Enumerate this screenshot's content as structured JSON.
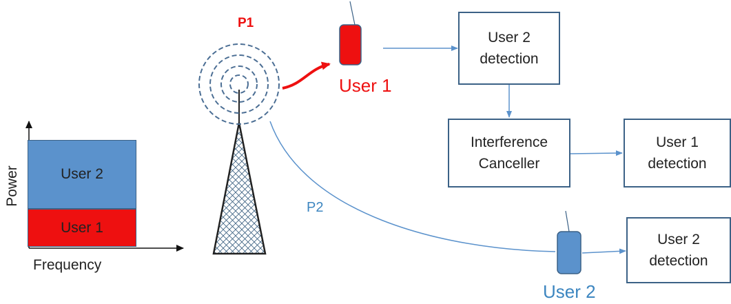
{
  "colors": {
    "user1": "#ee1010",
    "user2": "#5b92cc",
    "box_border": "#3b6186",
    "tower_stroke": "#222222",
    "p2_text": "#3d86c0",
    "wave_stroke": "#4b6e94"
  },
  "chart": {
    "y_axis_label": "Power",
    "x_axis_label": "Frequency",
    "bar_top_label": "User 2",
    "bar_bottom_label": "User 1"
  },
  "labels": {
    "p1": "P1",
    "p2": "P2",
    "user1": "User 1",
    "user2": "User 2"
  },
  "blocks": {
    "user2_detection_top": "User 2\ndetection",
    "interference_canceller": "Interference\nCanceller",
    "user1_detection": "User 1\ndetection",
    "user2_detection_bottom": "User 2\ndetection"
  },
  "icons": {
    "tower": "cell-tower-icon",
    "user1_device": "mobile-phone-icon",
    "user2_device": "mobile-phone-icon"
  }
}
